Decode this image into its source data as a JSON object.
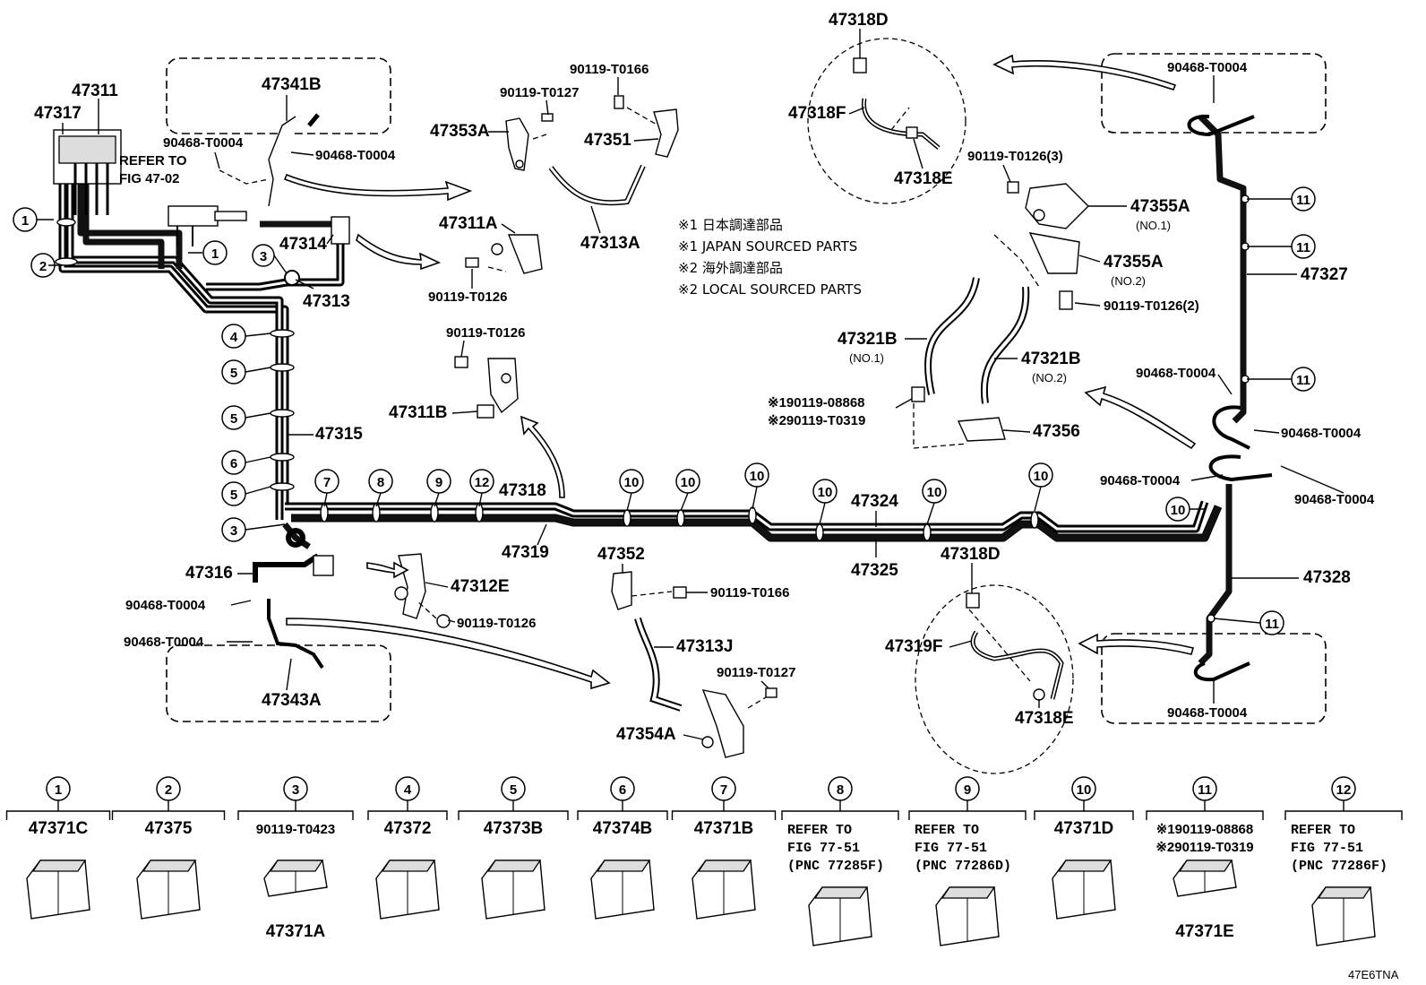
{
  "diagram_code": "47E6TNA",
  "notes": [
    "※1 日本調達部品",
    "※1 JAPAN SOURCED PARTS",
    "※2 海外調達部品",
    "※2 LOCAL SOURCED PARTS"
  ],
  "refer_main": [
    "REFER TO",
    "FIG 47-02"
  ],
  "parts": {
    "p47311": "47311",
    "p47317": "47317",
    "p47341B": "47341B",
    "p90468_a": "90468-T0004",
    "p90468_b": "90468-T0004",
    "p47314": "47314",
    "p47313": "47313",
    "p47315": "47315",
    "p47353A": "47353A",
    "p90119_T0127_a": "90119-T0127",
    "p90119_T0166_a": "90119-T0166",
    "p47351": "47351",
    "p47313A": "47313A",
    "p47311A": "47311A",
    "p90119_T0126_a": "90119-T0126",
    "p90119_T0126_b": "90119-T0126",
    "p47311B": "47311B",
    "p47318D_top": "47318D",
    "p47318F": "47318F",
    "p47318E_top": "47318E",
    "p90468_tr": "90468-T0004",
    "p90119_T0126_3": "90119-T0126(3)",
    "p47355A_1": "47355A",
    "no1_a": "(NO.1)",
    "p47355A_2": "47355A",
    "no2_a": "(NO.2)",
    "p90119_T0126_2": "90119-T0126(2)",
    "p47327": "47327",
    "p47321B_1": "47321B",
    "no1_b": "(NO.1)",
    "p47321B_2": "47321B",
    "no2_b": "(NO.2)",
    "p90119_08868": "※190119-08868",
    "p90119_T0319": "※290119-T0319",
    "p47356": "47356",
    "p90468_r1": "90468-T0004",
    "p90468_r2": "90468-T0004",
    "p90468_r3": "90468-T0004",
    "p90468_r4": "90468-T0004",
    "p47318": "47318",
    "p47319": "47319",
    "p47324": "47324",
    "p47325": "47325",
    "p47328": "47328",
    "p47316": "47316",
    "p90468_l1": "90468-T0004",
    "p90468_l2": "90468-T0004",
    "p47343A": "47343A",
    "p47312E": "47312E",
    "p90119_T0126_c": "90119-T0126",
    "p47352": "47352",
    "p90119_T0166_b": "90119-T0166",
    "p47313J": "47313J",
    "p90119_T0127_b": "90119-T0127",
    "p47354A": "47354A",
    "p47318D_bot": "47318D",
    "p47319F": "47319F",
    "p47318E_bot": "47318E"
  },
  "callouts": [
    "1",
    "1",
    "2",
    "3",
    "3",
    "4",
    "5",
    "5",
    "5",
    "6",
    "7",
    "8",
    "9",
    "12",
    "10",
    "10",
    "10",
    "10",
    "10",
    "10",
    "10",
    "11",
    "11",
    "11",
    "11"
  ],
  "legend": [
    {
      "num": "1",
      "lines": [
        "47371C"
      ],
      "below": ""
    },
    {
      "num": "2",
      "lines": [
        "47375"
      ],
      "below": ""
    },
    {
      "num": "3",
      "lines": [
        "90119-T0423"
      ],
      "below": "47371A"
    },
    {
      "num": "4",
      "lines": [
        "47372"
      ],
      "below": ""
    },
    {
      "num": "5",
      "lines": [
        "47373B"
      ],
      "below": ""
    },
    {
      "num": "6",
      "lines": [
        "47374B"
      ],
      "below": ""
    },
    {
      "num": "7",
      "lines": [
        "47371B"
      ],
      "below": ""
    },
    {
      "num": "8",
      "lines": [
        "REFER TO",
        "FIG 77-51",
        "(PNC 77285F)"
      ],
      "below": ""
    },
    {
      "num": "9",
      "lines": [
        "REFER TO",
        "FIG 77-51",
        "(PNC 77286D)"
      ],
      "below": ""
    },
    {
      "num": "10",
      "lines": [
        "47371D"
      ],
      "below": ""
    },
    {
      "num": "11",
      "lines": [
        "※190119-08868",
        "※290119-T0319"
      ],
      "below": "47371E"
    },
    {
      "num": "12",
      "lines": [
        "REFER TO",
        "FIG 77-51",
        "(PNC 77286F)"
      ],
      "below": ""
    }
  ]
}
